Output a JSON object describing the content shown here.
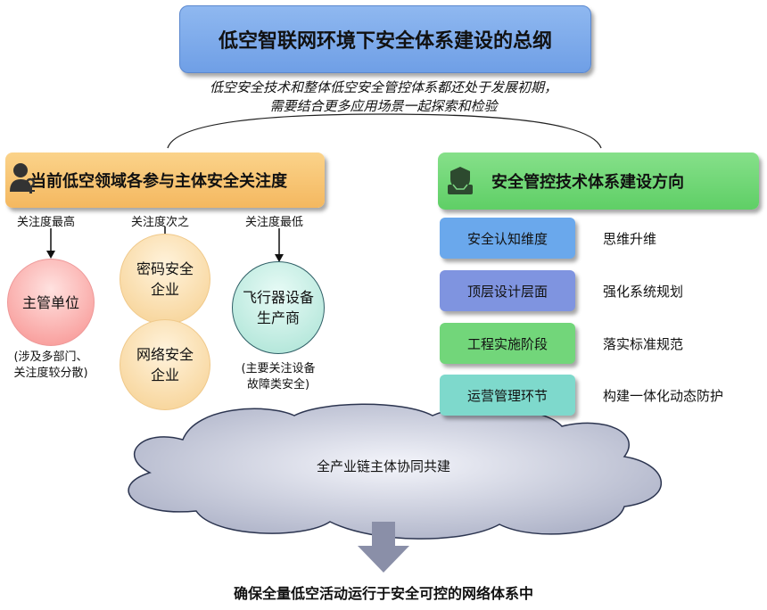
{
  "title": "低空智联网环境下安全体系建设的总纲",
  "subtitle": {
    "line1": "低空安全技术和整体低空安全管控体系都还处于发展初期，",
    "line2": "需要结合更多应用场景一起探索和检验"
  },
  "left": {
    "header": "当前低空领域各参与主体安全关注度",
    "levels": {
      "high": "关注度最高",
      "mid": "关注度次之",
      "low": "关注度最低"
    },
    "entities": {
      "authority": "主管单位",
      "crypto": "密码安全企业",
      "network": "网络安全企业",
      "aircraft": "飞行器设备生产商"
    },
    "notes": {
      "authority": [
        "(涉及多部门、",
        "关注度较分散)"
      ],
      "aircraft": [
        "(主要关注设备",
        "故障类安全)"
      ]
    }
  },
  "right": {
    "header": "安全管控技术体系建设方向",
    "rows": [
      {
        "label": "安全认知维度",
        "desc": "思维升维",
        "color": "#6aa8ec"
      },
      {
        "label": "顶层设计层面",
        "desc": "强化系统规划",
        "color": "#7f94e0"
      },
      {
        "label": "工程实施阶段",
        "desc": "落实标准规范",
        "color": "#72d67a"
      },
      {
        "label": "运营管理环节",
        "desc": "构建一体化动态防护",
        "color": "#7ed9cc"
      }
    ]
  },
  "cloud": "全产业链主体协同共建",
  "bottom": "确保全量低空活动运行于安全可控的网络体系中",
  "icons": {
    "left_header": "user-key-icon",
    "right_header": "shield-inbox-icon",
    "flow": "down-arrow-icon"
  }
}
